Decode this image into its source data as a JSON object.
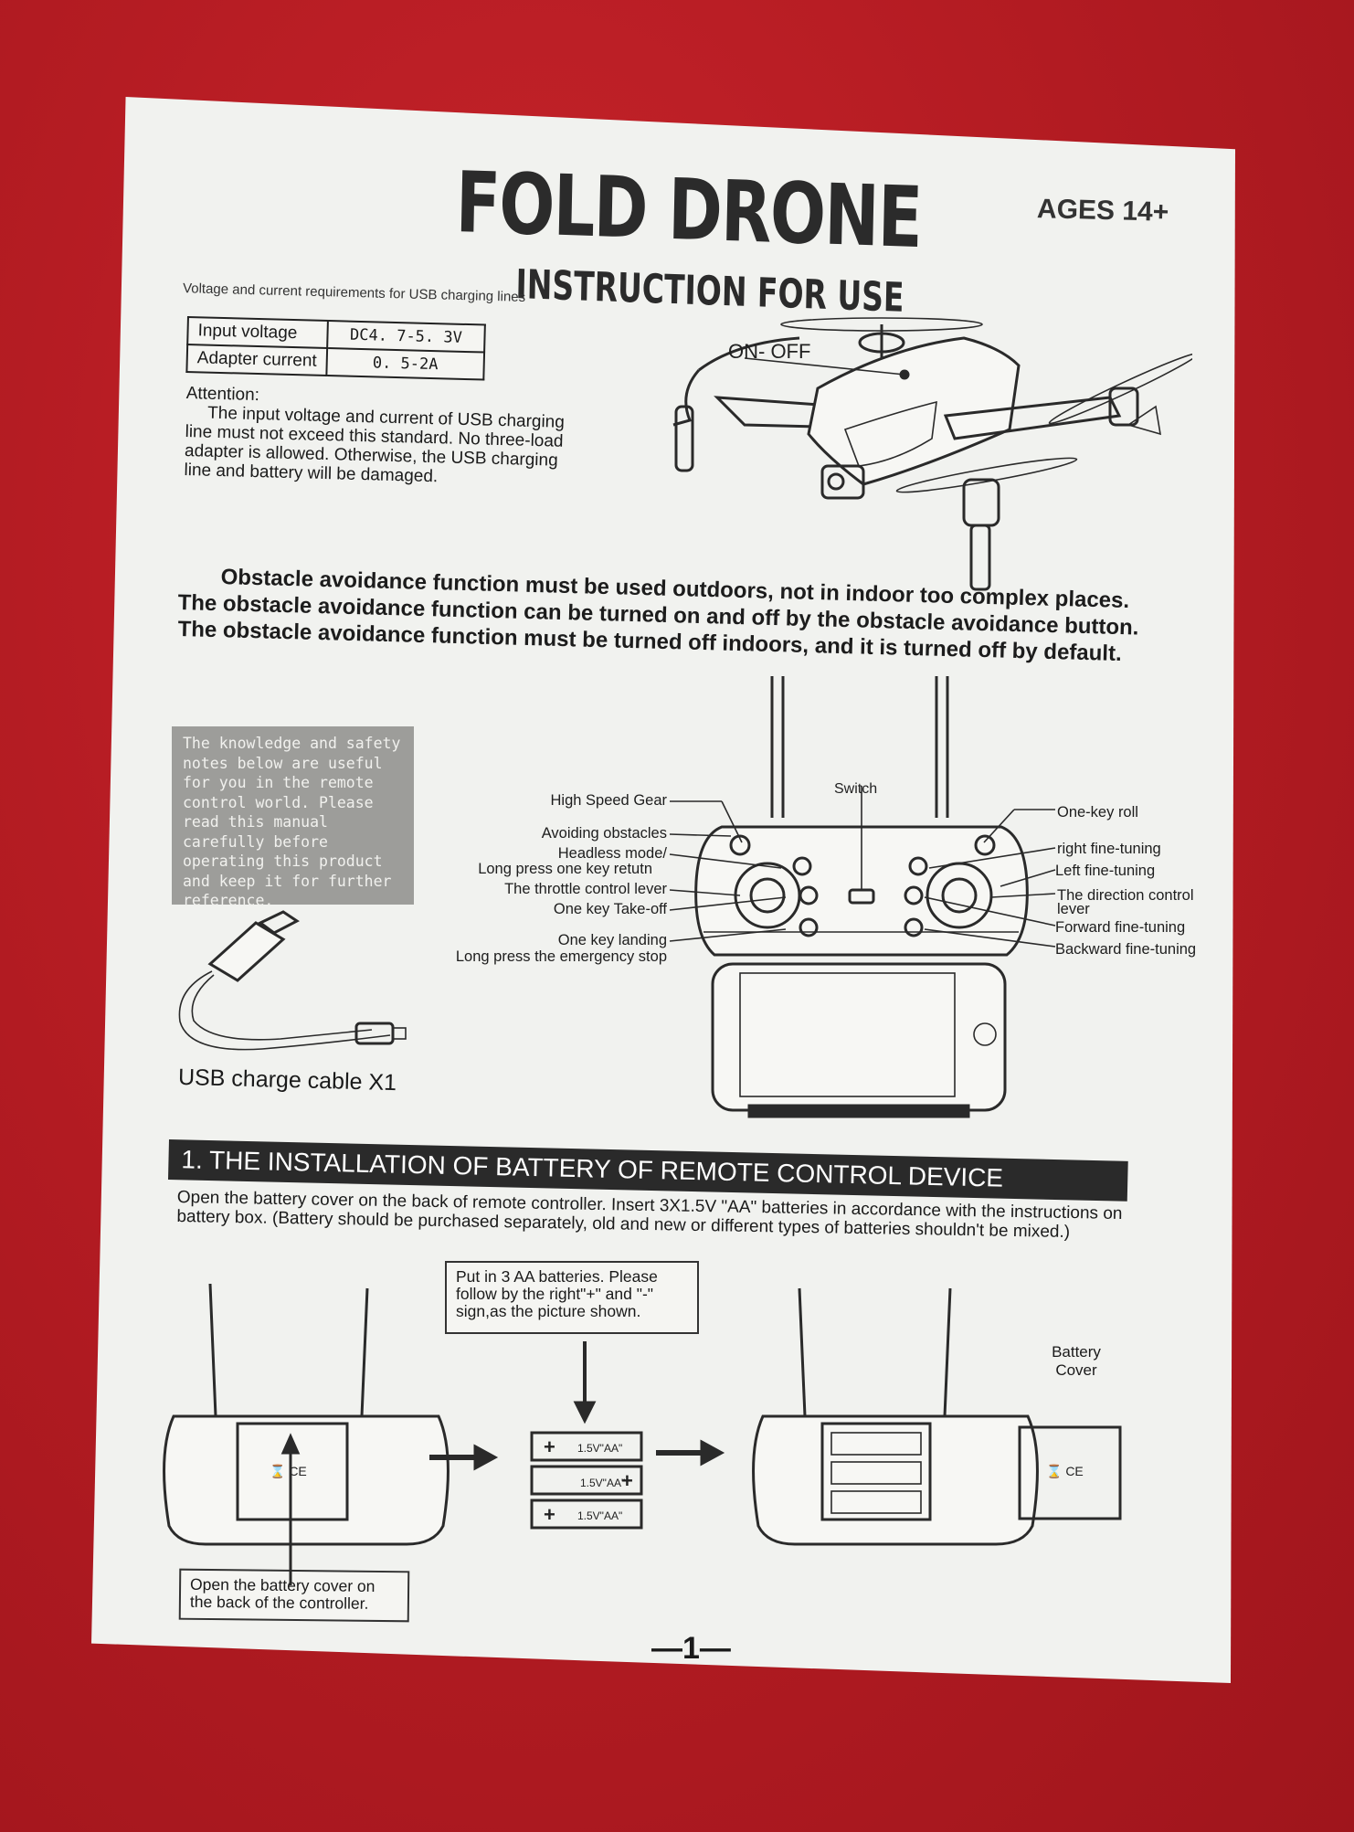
{
  "header": {
    "title": "FOLD DRONE",
    "subtitle": "INSTRUCTION FOR USE",
    "ages": "AGES 14+"
  },
  "usb_requirements": {
    "caption": "Voltage and current requirements for USB charging lines",
    "rows": [
      {
        "label": "Input voltage",
        "value": "DC4. 7-5. 3V"
      },
      {
        "label": "Adapter current",
        "value": "0. 5-2A"
      }
    ]
  },
  "attention": {
    "heading": "Attention:",
    "body": "The input voltage and current of USB charging line must not exceed this standard. No three-load adapter is allowed. Otherwise, the USB charging line and battery will be damaged."
  },
  "drone": {
    "power_label": "ON- OFF"
  },
  "warnings": [
    "Obstacle avoidance function must be used outdoors, not in indoor too complex places.",
    "The obstacle avoidance function can be turned on and off by the obstacle avoidance button.",
    "The obstacle avoidance function must be turned off indoors, and it is turned off by default."
  ],
  "safety_note": "The knowledge and safety notes below are useful for you in the remote control world. Please read this manual carefully before operating this product and keep it for further reference.",
  "usb_cable_label": "USB charge cable X1",
  "remote": {
    "switch_label": "Switch",
    "left_labels": [
      "High Speed Gear",
      "Avoiding obstacles",
      "Headless mode/",
      "Long press one key retutn",
      "The throttle control lever",
      "One key Take-off",
      "One key landing",
      "Long press the emergency stop"
    ],
    "right_labels": [
      "One-key roll",
      "right fine-tuning",
      "Left fine-tuning",
      "The direction control",
      "lever",
      "Forward fine-tuning",
      "Backward fine-tuning"
    ]
  },
  "section1": {
    "heading": "1. THE INSTALLATION OF BATTERY OF REMOTE CONTROL DEVICE",
    "body": "Open the battery cover on the back of remote controller. Insert 3X1.5V \"AA\" batteries in accordance with the instructions on battery box. (Battery should be purchased separately, old and new or different types of batteries shouldn't be mixed.)",
    "battery_note": "Put in 3 AA batteries. Please follow by the right\"+\" and \"-\" sign,as the picture shown.",
    "open_cover_note": "Open the battery cover on the back of the controller.",
    "battery_cover_label": "Battery Cover",
    "battery_text": "1.5V\"AA\""
  },
  "page_number": "—1—"
}
